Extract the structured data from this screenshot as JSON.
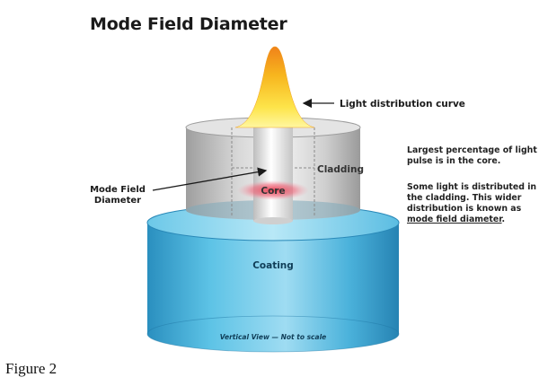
{
  "title": "Mode Field Diameter",
  "caption": "Figure 2",
  "labels": {
    "light_curve": "Light distribution curve",
    "cladding": "Cladding",
    "core": "Core",
    "mfd_line1": "Mode Field",
    "mfd_line2": "Diameter",
    "coating": "Coating",
    "footnote": "Vertical View — Not to scale"
  },
  "notes": {
    "p1": "Largest percentage of light pulse is in the core.",
    "p2_before": "Some light is distributed in the cladding. This wider distribution is known as",
    "p2_term": "mode field diameter",
    "p2_after": "."
  },
  "colors": {
    "coating": "#3aa6cf",
    "cladding": "#c9c9c9",
    "core_glow": "#e8364a",
    "light_peak": "#f5a01a",
    "light_base": "#fff26a"
  }
}
